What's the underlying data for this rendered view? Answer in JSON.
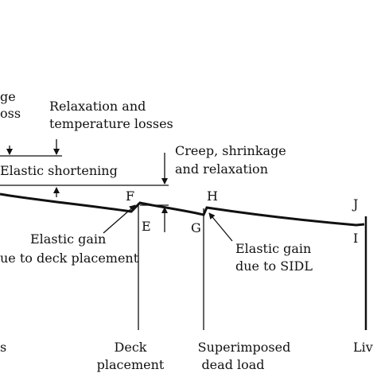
{
  "labels": {
    "age_fragment": "ge",
    "oss_fragment": "oss",
    "relaxation_line1": "Relaxation and",
    "relaxation_line2": "temperature losses",
    "creep_line1": "Creep, shrinkage",
    "creep_line2": "and relaxation",
    "elastic_shortening": "Elastic shortening",
    "point_f": "F",
    "point_e": "E",
    "point_h": "H",
    "point_g": "G",
    "point_j": "J",
    "point_i": "I",
    "elastic_gain_deck_line1": "Elastic gain",
    "elastic_gain_deck_line2": "ue to deck placement",
    "elastic_gain_sidl_line1": "Elastic gain",
    "elastic_gain_sidl_line2": "due to SIDL",
    "axis_s_fragment": "s",
    "deck_line1": "Deck",
    "deck_line2": "placement",
    "superimposed_line1": "Superimposed",
    "superimposed_line2": "dead load",
    "live_fragment": "Liv"
  },
  "colors": {
    "ink": "#111111",
    "background": "#ffffff"
  }
}
